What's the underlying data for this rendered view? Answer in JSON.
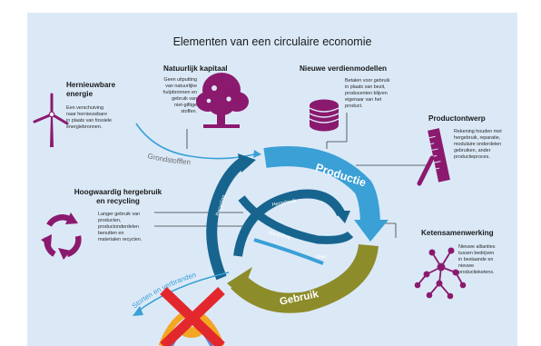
{
  "title": "Elementen van een circulaire economie",
  "colors": {
    "background": "#dbe9f7",
    "accent_purple": "#8b1a6e",
    "loop_outer_blue": "#3aa0d6",
    "loop_inner_blue": "#17658f",
    "loop_olive": "#8d8c2a",
    "cross_red": "#e3282d"
  },
  "sections": {
    "renewable": {
      "heading_line1": "Hernieuwbare",
      "heading_line2": "energie",
      "desc": [
        "Een verschuiving",
        "naar hernieuwbare",
        "in plaats van fossiele",
        "energiebronnen."
      ],
      "icon": "wind-turbine-icon"
    },
    "natural": {
      "heading": "Natuurlijk kapitaal",
      "desc": [
        "Geen uitputting",
        "van natuurlijke",
        "hulpbronnen en",
        "gebruik van",
        "niet-giftige",
        "stoffen."
      ],
      "icon": "tree-icon"
    },
    "models": {
      "heading": "Nieuwe verdienmodellen",
      "desc": [
        "Betalen voor gebruik",
        "in plaats van bezit,",
        "producenten blijven",
        "eigenaar van het",
        "product."
      ],
      "icon": "coin-stack-icon"
    },
    "design": {
      "heading": "Productontwerp",
      "desc": [
        "Rekening houden met",
        "hergebruik, reparatie,",
        "modulaire onderdelen",
        "gebruiken, ander",
        "productieproces."
      ],
      "icon": "ruler-pencil-icon"
    },
    "recycling": {
      "heading_line1": "Hoogwaardig hergebruik",
      "heading_line2": "en recycling",
      "desc": [
        "Langer gebruik van",
        "producten,",
        "productonderdelen",
        "benutten en",
        "materialen recyclen."
      ],
      "icon": "recycle-icon"
    },
    "chain": {
      "heading": "Ketensamenwerking",
      "desc": [
        "Nieuwe allianties",
        "tussen bedrijven",
        "in bestaande en",
        "nieuwe",
        "productieketens."
      ],
      "icon": "network-icon"
    }
  },
  "cycle": {
    "productie": "Productie",
    "gebruik": "Gebruik",
    "recycling_outer": "Recycling",
    "hergebruik": "Hergebruik",
    "recycling_inner": "Recycling",
    "delen": "Delen",
    "grondstoffen": "Grondstofffen",
    "storten": "Storten en verbranden"
  }
}
